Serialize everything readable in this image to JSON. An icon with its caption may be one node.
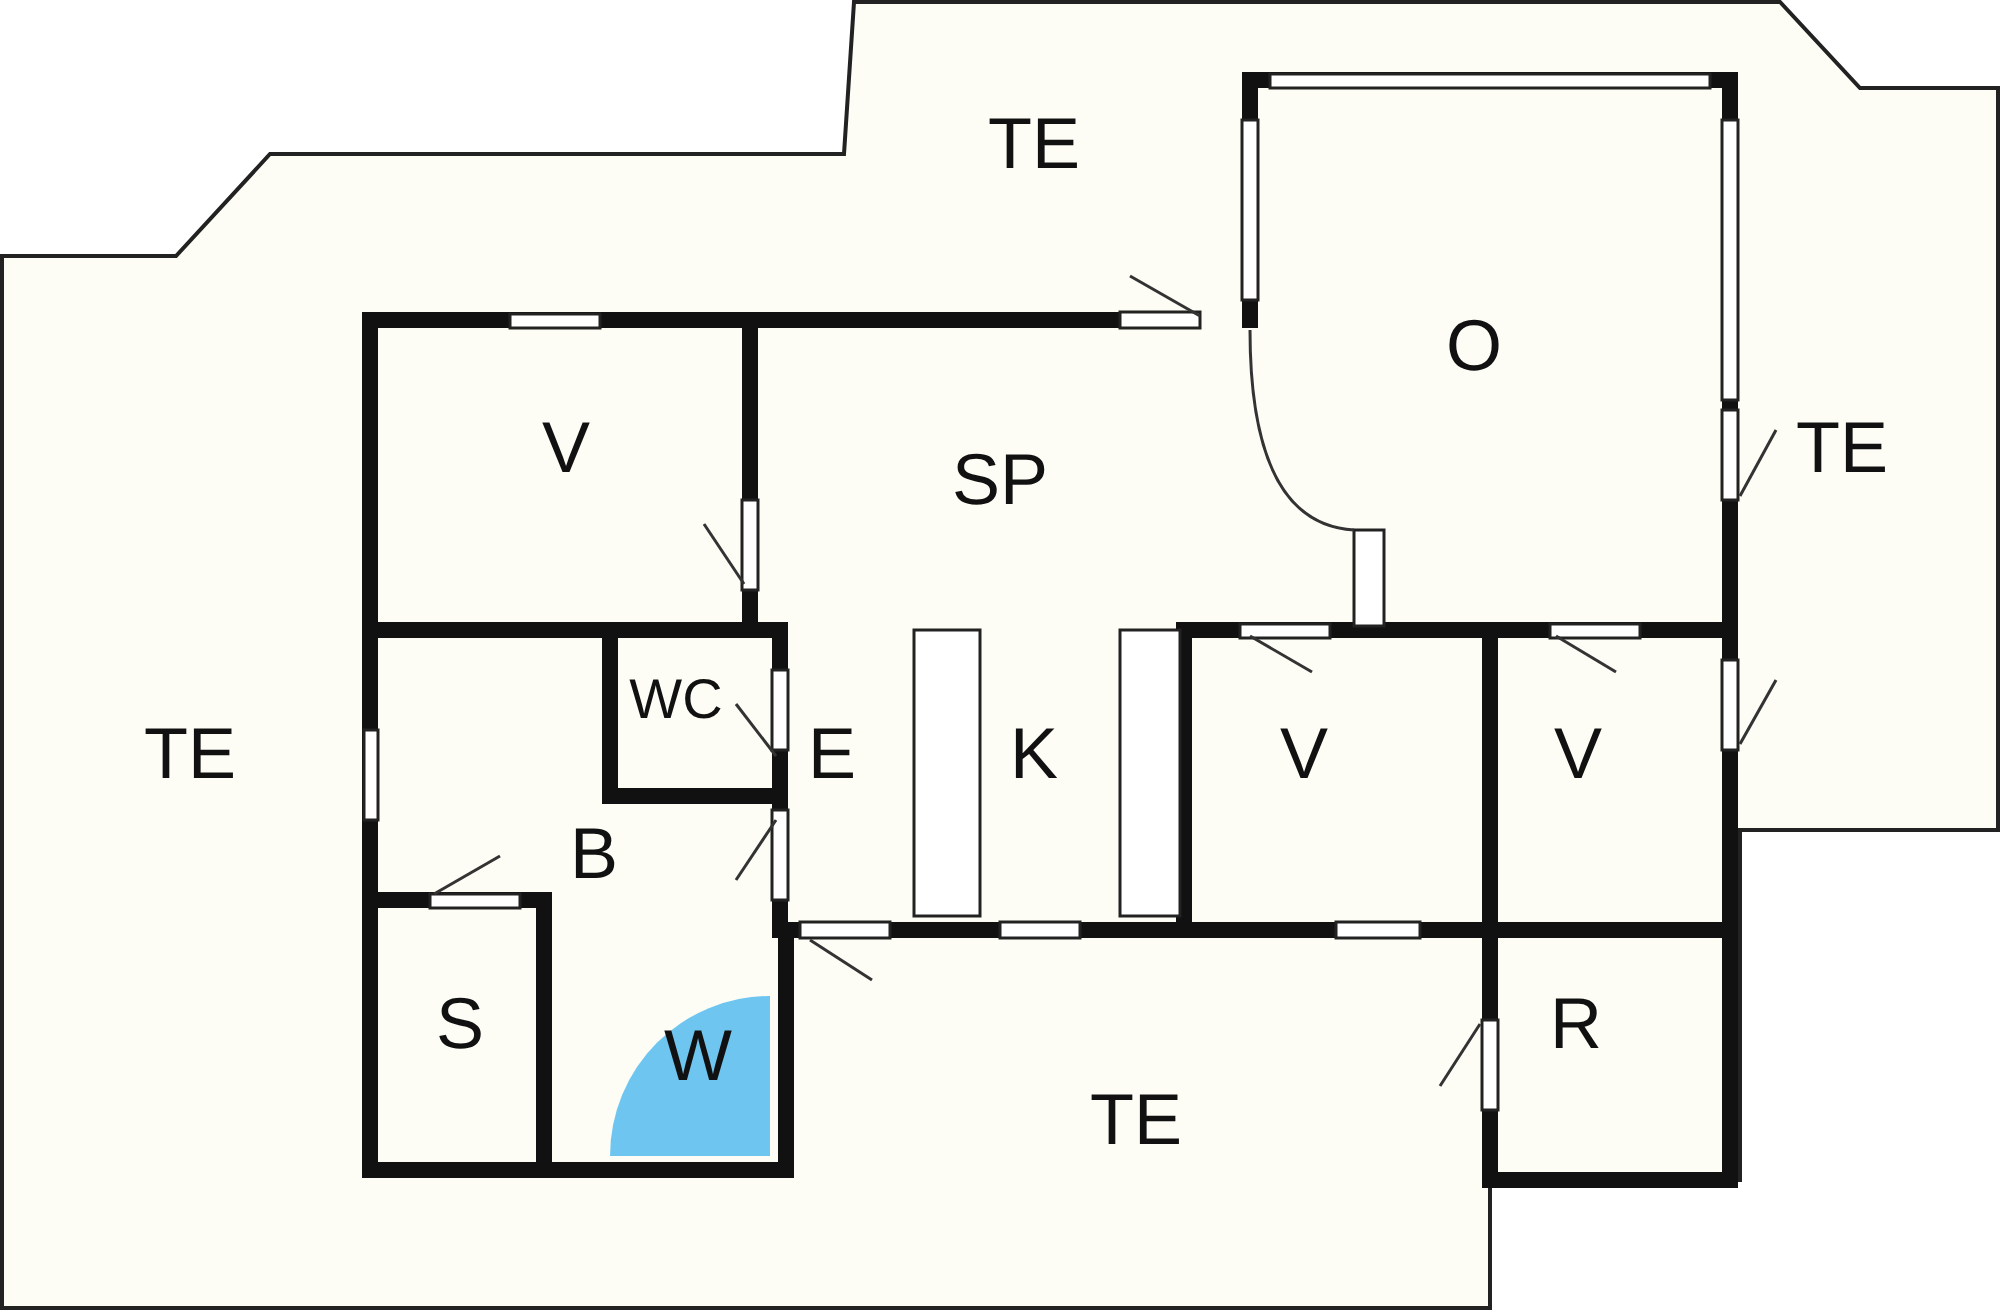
{
  "diagram": {
    "labels": [
      "TE",
      "O",
      "V",
      "TE",
      "SP",
      "WC",
      "TE",
      "E",
      "K",
      "V",
      "V",
      "B",
      "S",
      "R",
      "W",
      "TE"
    ]
  }
}
